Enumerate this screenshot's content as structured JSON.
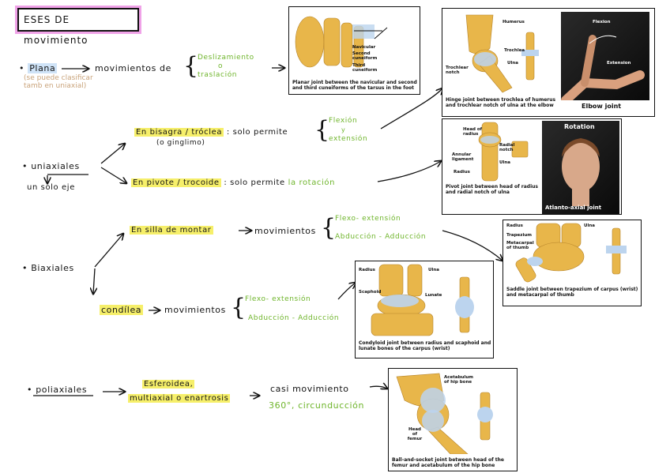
{
  "title": "ESES DE movimiento",
  "plana": {
    "label": "Plana",
    "note": "(se puede clasificar tamb en uniaxial)",
    "movements_label": "movimientos de",
    "movements": [
      "Deslizamiento",
      "o",
      "traslación"
    ]
  },
  "uniaxiales": {
    "label": "uniaxiales",
    "sub": "un solo eje",
    "hinge": {
      "label": "En bisagra / tróclea",
      "alt": "(o ginglimo)",
      "text": ": solo permite",
      "movements": [
        "Flexión",
        "y",
        "extensión"
      ]
    },
    "pivot": {
      "label": "En pivote / trocoide",
      "text": ": solo permite",
      "movement": "la rotación"
    }
  },
  "biaxiales": {
    "label": "Biaxiales",
    "saddle": {
      "label": "En silla de montar",
      "text": "movimientos",
      "movements": [
        "Flexo- extensión",
        "Abducción - Adducción"
      ]
    },
    "condyle": {
      "label": "condílea",
      "text": "movimientos",
      "movements": [
        "Flexo- extensión",
        "Abducción - Adducción"
      ]
    }
  },
  "poliaxiales": {
    "label": "poliaxiales",
    "types": [
      "Esferoidea,",
      "multiaxial o enartrosis"
    ],
    "text": "casi movimiento",
    "movement": "360°, circunducción"
  },
  "panels": {
    "planar": {
      "labels": [
        "Navicular",
        "Second cuneiform",
        "Third cuneiform"
      ],
      "caption": "Planar joint between the navicular and second and third cuneiforms of the tarsus in the foot"
    },
    "hinge": {
      "labels": [
        "Humerus",
        "Trochlea",
        "Ulna",
        "Trochlear notch",
        "Flexion",
        "Extension"
      ],
      "caption": "Hinge joint between trochlea of humerus and trochlear notch of ulna at the elbow",
      "photo_title": "Elbow joint"
    },
    "pivot": {
      "labels": [
        "Head of radius",
        "Radial notch",
        "Annular ligament",
        "Ulna",
        "Radius"
      ],
      "caption": "Pivot joint between head of radius and radial notch of ulna",
      "photo_top": "Rotation",
      "photo_title": "Atlanto-axial joint"
    },
    "saddle": {
      "labels": [
        "Radius",
        "Ulna",
        "Trapezium",
        "Metacarpal of thumb"
      ],
      "caption": "Saddle joint between trapezium of carpus (wrist) and metacarpal of thumb"
    },
    "condyloid": {
      "labels": [
        "Radius",
        "Ulna",
        "Scaphoid",
        "Lunate"
      ],
      "caption": "Condyloid joint between radius and scaphoid and lunate bones of the carpus (wrist)"
    },
    "ball": {
      "labels": [
        "Acetabulum of hip bone",
        "Head of femur"
      ],
      "caption": "Ball-and-socket joint between head of the femur and acetabulum of the hip bone"
    }
  },
  "colors": {
    "bone": "#e8b64a",
    "highlight": "#f6ef6a",
    "title_highlight": "#f0a3e8",
    "green_text": "#6fb52c",
    "cartilage": "#bcd4ee"
  }
}
